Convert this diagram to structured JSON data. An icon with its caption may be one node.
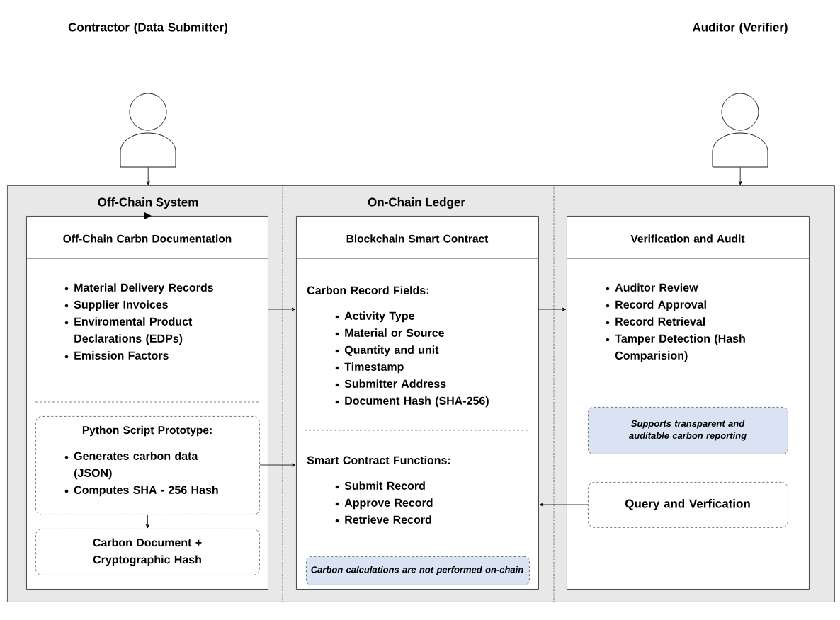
{
  "diagram": {
    "nodes": [
      {
        "text": [
          "Contractor (Data Submitter)"
        ]
      },
      {
        "text": [
          "Auditor (Verifier)"
        ]
      },
      {
        "text": [],
        "shape": "box"
      },
      {
        "text": [
          "Off-Chain Carbn Documentation",
          "Material Delivery Records",
          "Supplier Invoices",
          "Enviromental Product Declarations (EDPs)",
          "Emission Factors"
        ],
        "in": 2
      },
      {
        "text": [
          "Python Script Prototype:",
          "Generates carbon data (JSON)",
          "Computes SHA - 256 Hash"
        ],
        "in": 3
      },
      {
        "text": [
          "Carbon Document + Cryptographic Hash"
        ],
        "in": 3
      },
      {
        "text": [
          "Blockchain Smart Contract",
          "Carbon Record Fields:",
          "Activity Type",
          "Material or Source",
          "Quantity and unit",
          "Timestamp",
          "Submitter Address",
          "Document Hash (SHA-256)",
          "Smart Contract Functions:",
          "Submit Record",
          "Approve Record",
          "Retrieve Record"
        ],
        "in": 2
      },
      {
        "text": [
          "Carbon calculations are not performed on-chain"
        ],
        "in": 6
      },
      {
        "text": [
          "Verification and Audit",
          "Auditor Review",
          "Record Approval",
          "Record Retrieval",
          "Tamper Detection (Hash Comparision)"
        ],
        "in": 2
      },
      {
        "text": [
          "Supports transparent and auditable carbon reporting"
        ],
        "in": 8
      },
      {
        "text": [
          "Query and Verfication"
        ],
        "in": 8
      }
    ],
    "edges": [
      {
        "from": 0,
        "to": 2,
        "arrow": "to"
      },
      {
        "from": 1,
        "to": 2,
        "arrow": "to"
      },
      {
        "from": 3,
        "to": 6,
        "arrow": "to"
      },
      {
        "from": 4,
        "to": 6,
        "arrow": "to"
      },
      {
        "from": 4,
        "to": 5,
        "arrow": "to"
      },
      {
        "from": 6,
        "to": 8,
        "arrow": "to"
      },
      {
        "from": 10,
        "to": 6,
        "arrow": "to"
      }
    ],
    "labels": [
      "Off-Chain System",
      "On-Chain Ledger"
    ]
  }
}
